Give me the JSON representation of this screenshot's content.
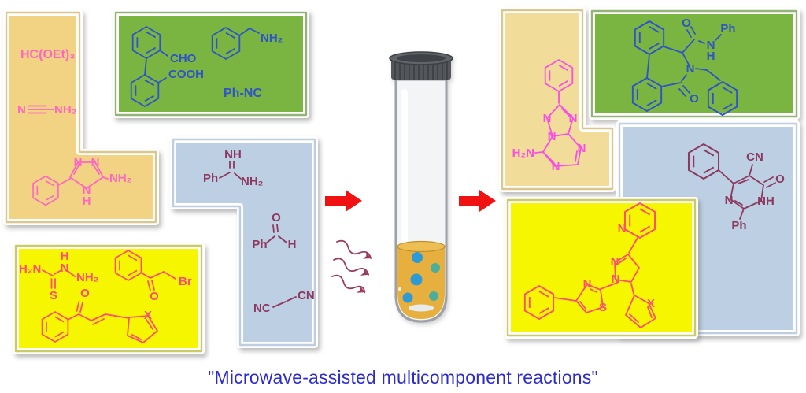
{
  "caption": {
    "text": "\"Microwave-assisted multicomponent reactions\""
  },
  "colors": {
    "bg": "#FFFFFF",
    "tan": "#F1D383",
    "tan2": "#F2DC9A",
    "edge-tan": "#C2A045",
    "green": "#7AB441",
    "edge-green": "#4C801C",
    "blue": "#BDD0E3",
    "edge-blue": "#93AECB",
    "yellow": "#F6F600",
    "edge-yellow": "#A8A800",
    "pink": "#FF66C4",
    "magenta": "#FA4FE3",
    "pinkred": "#FF4D73",
    "royal": "#2F53C8",
    "maroon": "#8C3860",
    "red": "#F01212",
    "wave": "#9A3B5E",
    "caption": "#2B2BCE",
    "cap": "#53575B",
    "capdark": "#3C4044",
    "glass": "#F2F4F5",
    "glassedge": "#9BA1A6",
    "liquid": "#E7AF3E",
    "liquidedge": "#C18F2B",
    "bubbleblue": "#2D9AD6",
    "bubbleteal": "#4BAE9B"
  },
  "panels": {
    "tan_left": {
      "orthoester": "HC(OEt)₃",
      "cyanamide": {
        "n": "N",
        "nh2": "NH₂"
      },
      "aminotriazole": {
        "n1": "N",
        "n2": "N",
        "n4": "N",
        "h": "H",
        "nh2": "NH₂"
      }
    },
    "green_top": {
      "biphenyl": {
        "cho": "CHO",
        "cooh": "COOH"
      },
      "benzylamine": {
        "nh2": "NH₂"
      },
      "isocyanide": "Ph-NC"
    },
    "blue_mid": {
      "benzamidine": {
        "ph": "Ph",
        "nh": "NH",
        "nh2": "NH₂"
      },
      "benzaldehyde": {
        "o": "O",
        "ph": "Ph",
        "h": "H"
      },
      "malononitrile": {
        "nc": "NC",
        "cn": "CN"
      }
    },
    "yellow_left": {
      "thiosemicarbazide": {
        "h2n": "H₂N",
        "h": "H",
        "n": "N",
        "nh2": "NH₂",
        "s": "S"
      },
      "phenacyl_bromide": {
        "o": "O",
        "br": "Br"
      },
      "chalcone": {
        "o": "O",
        "x": "X"
      }
    },
    "tan_right": {
      "triazolotriazine": {
        "n1": "N",
        "n2": "N",
        "n3": "N",
        "n4": "N",
        "n5": "N",
        "h2n": "H₂N"
      }
    },
    "green_right": {
      "azepinone": {
        "o_amide": "O",
        "ph": "Ph",
        "n_amide": "N",
        "h": "H",
        "n_ring": "N",
        "o_lactam": "O"
      }
    },
    "blue_right": {
      "pyrimidinone": {
        "cn": "CN",
        "o": "O",
        "nh": "NH",
        "n": "N",
        "ph": "Ph"
      }
    },
    "yellow_right": {
      "pyrazoline": {
        "n_pyridine": "N",
        "n2": "N",
        "n1": "N",
        "n_thiazole": "N",
        "s": "S",
        "x": "X"
      }
    }
  }
}
